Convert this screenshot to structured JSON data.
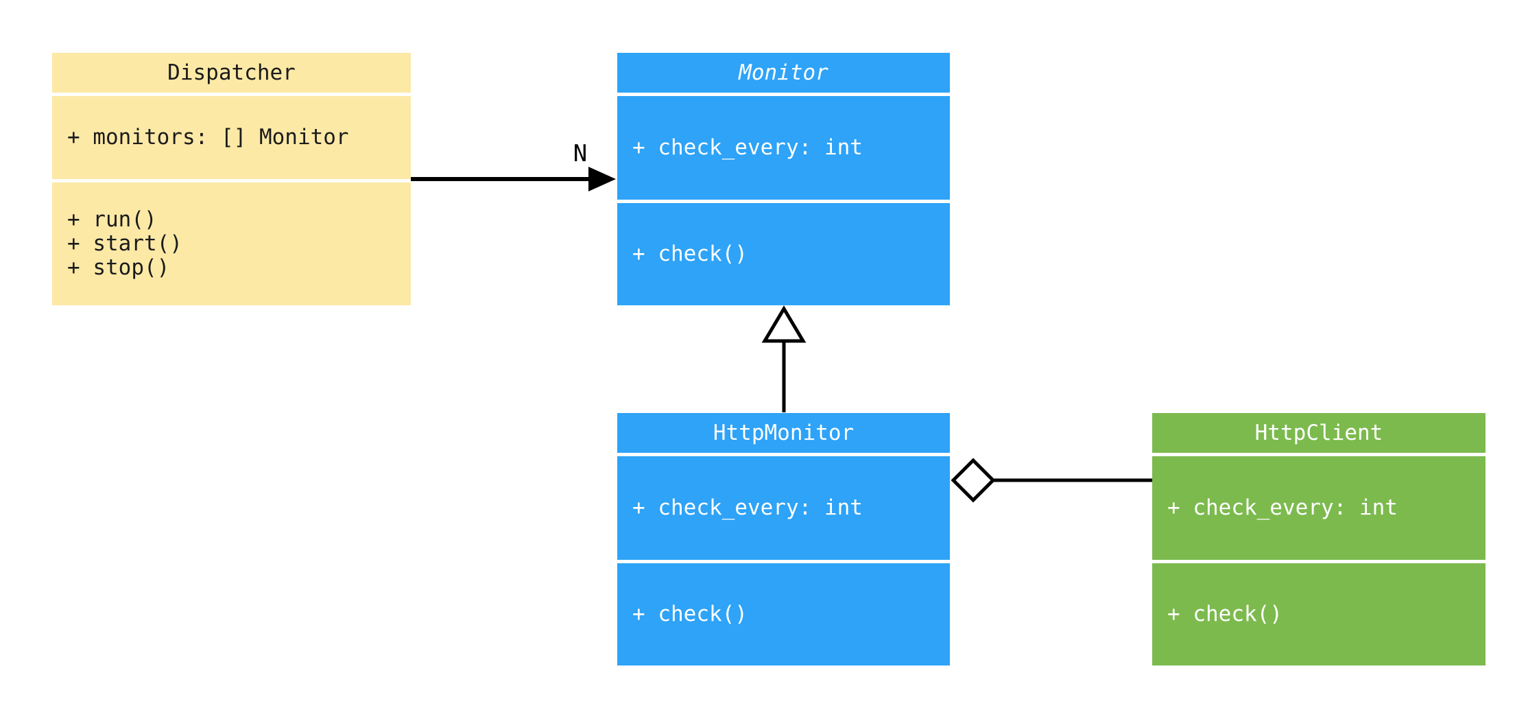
{
  "diagram": {
    "kind": "uml-class-diagram",
    "colors": {
      "dispatcher_fill": "#fce9a6",
      "monitor_fill": "#2ea3f7",
      "httpclient_fill": "#7cba4e",
      "line": "#000000",
      "background": "#ffffff",
      "text_on_yellow": "#1b1b1b",
      "text_on_color": "#ffffff"
    },
    "classes": [
      {
        "name": "Dispatcher",
        "is_abstract": false,
        "attributes": [
          "+ monitors: [] Monitor"
        ],
        "methods": [
          "+ run()",
          "+ start()",
          "+ stop()"
        ]
      },
      {
        "name": "Monitor",
        "is_abstract": true,
        "attributes": [
          "+ check_every: int"
        ],
        "methods": [
          "+ check()"
        ]
      },
      {
        "name": "HttpMonitor",
        "is_abstract": false,
        "attributes": [
          "+ check_every: int"
        ],
        "methods": [
          "+ check()"
        ]
      },
      {
        "name": "HttpClient",
        "is_abstract": false,
        "attributes": [
          "+ check_every: int"
        ],
        "methods": [
          "+ check()"
        ]
      }
    ],
    "relationships": [
      {
        "type": "directed-association",
        "from": "Dispatcher",
        "to": "Monitor",
        "multiplicity": "N"
      },
      {
        "type": "generalization",
        "from": "HttpMonitor",
        "to": "Monitor"
      },
      {
        "type": "aggregation",
        "whole": "HttpMonitor",
        "part": "HttpClient"
      }
    ]
  }
}
